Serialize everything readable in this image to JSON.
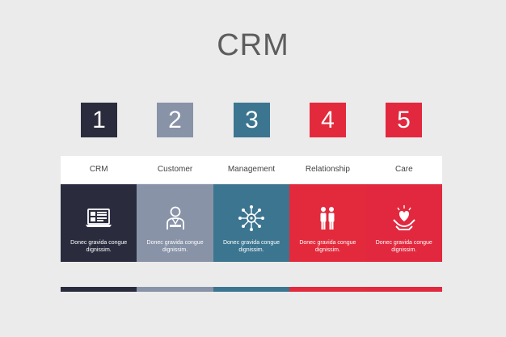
{
  "title": "CRM",
  "colors": {
    "dark": "#2a2c3e",
    "gray": "#8893a8",
    "teal": "#3c7590",
    "red": "#e32a3c",
    "crimson": "#e2283e"
  },
  "steps": [
    {
      "number": "1",
      "label": "CRM",
      "icon": "laptop-dashboard-icon",
      "desc": "Donec gravida congue dignissim."
    },
    {
      "number": "2",
      "label": "Customer",
      "icon": "customer-person-icon",
      "desc": "Donec gravida congue dignissim."
    },
    {
      "number": "3",
      "label": "Management",
      "icon": "network-gear-icon",
      "desc": "Donec gravida congue dignissim."
    },
    {
      "number": "4",
      "label": "Relationship",
      "icon": "two-people-icon",
      "desc": "Donec gravida congue dignissim."
    },
    {
      "number": "5",
      "label": "Care",
      "icon": "heart-hands-icon",
      "desc": "Donec gravida congue dignissim."
    }
  ]
}
